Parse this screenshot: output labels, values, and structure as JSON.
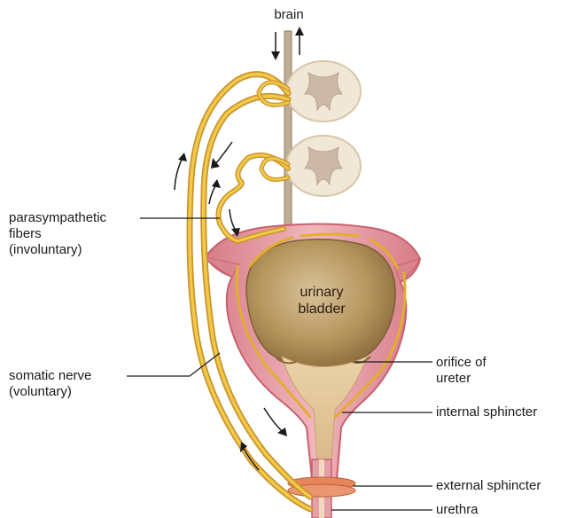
{
  "labels": {
    "brain": "brain",
    "parasympathetic_line1": "parasympathetic",
    "parasympathetic_line2": "fibers",
    "parasympathetic_line3": "(involuntary)",
    "bladder_line1": "urinary",
    "bladder_line2": "bladder",
    "somatic_line1": "somatic nerve",
    "somatic_line2": "(voluntary)",
    "orifice_line1": "orifice of",
    "orifice_line2": "ureter",
    "internal_sphincter": "internal sphincter",
    "external_sphincter": "external sphincter",
    "urethra": "urethra"
  },
  "colors": {
    "nerve": "#e8b830",
    "nerve_outline": "#c9942a",
    "bladder_wall": "#e8a0a8",
    "bladder_wall_dark": "#c9606e",
    "bladder_lumen": "#bfa070",
    "spinal_cord": "#eee4d2",
    "spinal_gray": "#cdbcaa",
    "sphincter": "#e6865a",
    "arrow": "#1a1a1a",
    "leader": "#1a1a1a"
  }
}
